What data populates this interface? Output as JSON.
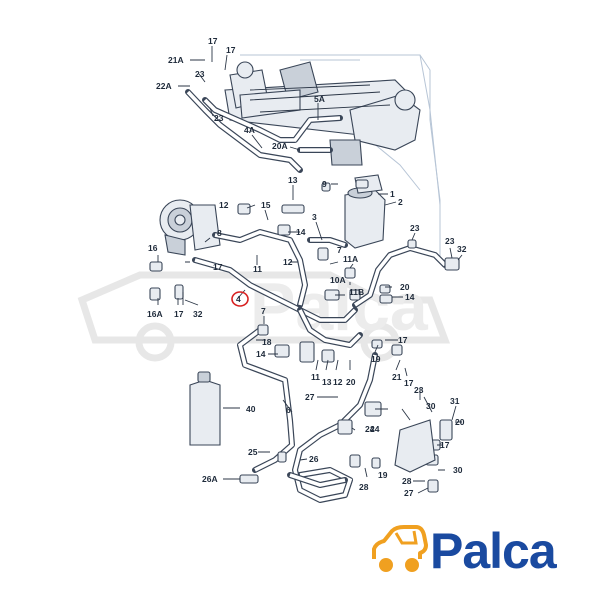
{
  "brand": {
    "name": "Palca",
    "color": "#1a4aa0",
    "icon_color": "#f0a020",
    "icon": "car-icon"
  },
  "watermark": {
    "text": "Palca"
  },
  "labels": [
    "17",
    "21A",
    "17",
    "23",
    "22A",
    "23",
    "5A",
    "4A",
    "20A",
    "13",
    "9",
    "1",
    "2",
    "12",
    "15",
    "3",
    "14",
    "23",
    "16",
    "17",
    "8",
    "11",
    "12",
    "10A",
    "11A",
    "23",
    "32",
    "7",
    "4",
    "20",
    "14",
    "16A",
    "17",
    "32",
    "11B",
    "7",
    "18",
    "14",
    "17",
    "19",
    "21",
    "17",
    "11",
    "13",
    "12",
    "20",
    "24",
    "40",
    "6",
    "25",
    "26",
    "26A",
    "28",
    "19",
    "27",
    "23",
    "30",
    "31",
    "30",
    "20",
    "17",
    "24",
    "28",
    "27"
  ]
}
